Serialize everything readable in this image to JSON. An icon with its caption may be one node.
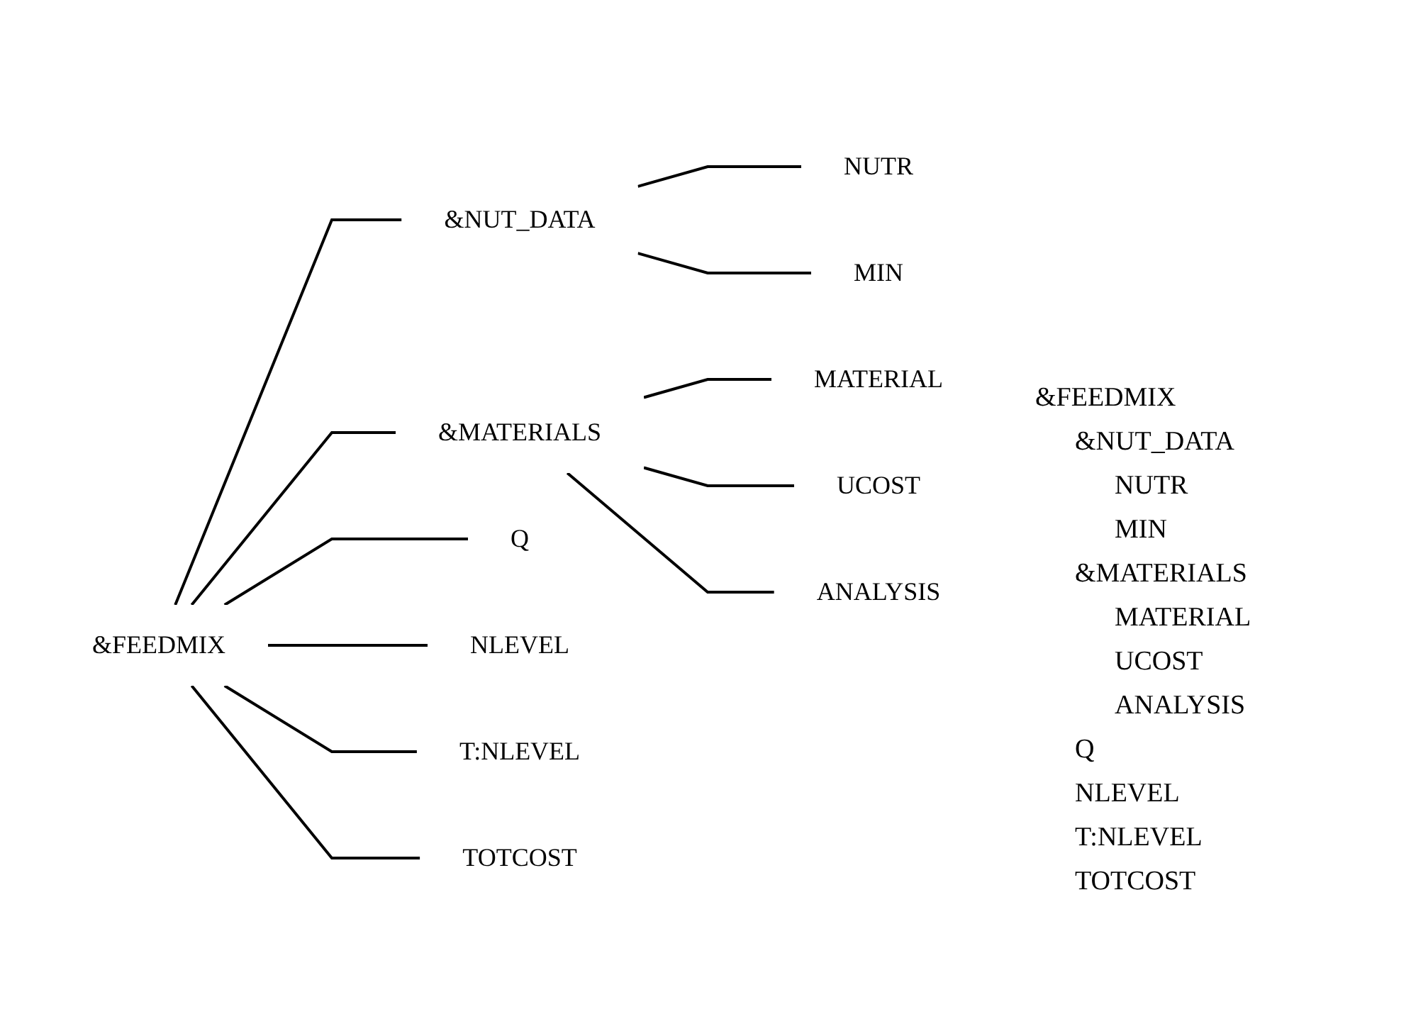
{
  "diagram": {
    "nodes": [
      {
        "text": [
          "&FEEDMIX"
        ]
      },
      {
        "text": [
          "&NUT_DATA"
        ]
      },
      {
        "text": [
          "NUTR"
        ]
      },
      {
        "text": [
          "MIN"
        ]
      },
      {
        "text": [
          "&MATERIALS"
        ]
      },
      {
        "text": [
          "MATERIAL"
        ]
      },
      {
        "text": [
          "UCOST"
        ]
      },
      {
        "text": [
          "ANALYSIS"
        ]
      },
      {
        "text": [
          "Q"
        ]
      },
      {
        "text": [
          "NLEVEL"
        ]
      },
      {
        "text": [
          "T:NLEVEL"
        ]
      },
      {
        "text": [
          "TOTCOST"
        ]
      }
    ],
    "edges": [
      {
        "from": 0,
        "to": 1,
        "arrow": "none"
      },
      {
        "from": 1,
        "to": 2,
        "arrow": "none"
      },
      {
        "from": 1,
        "to": 3,
        "arrow": "none"
      },
      {
        "from": 0,
        "to": 4,
        "arrow": "none"
      },
      {
        "from": 4,
        "to": 5,
        "arrow": "none"
      },
      {
        "from": 4,
        "to": 6,
        "arrow": "none"
      },
      {
        "from": 4,
        "to": 7,
        "arrow": "none"
      },
      {
        "from": 0,
        "to": 8,
        "arrow": "none"
      },
      {
        "from": 0,
        "to": 9,
        "arrow": "none"
      },
      {
        "from": 0,
        "to": 10,
        "arrow": "none"
      },
      {
        "from": 0,
        "to": 11,
        "arrow": "none"
      }
    ],
    "labels": [
      "&FEEDMIX",
      "&NUT_DATA",
      "NUTR",
      "MIN",
      "&MATERIALS",
      "MATERIAL",
      "UCOST",
      "ANALYSIS",
      "Q",
      "NLEVEL",
      "T:NLEVEL",
      "TOTCOST"
    ]
  }
}
